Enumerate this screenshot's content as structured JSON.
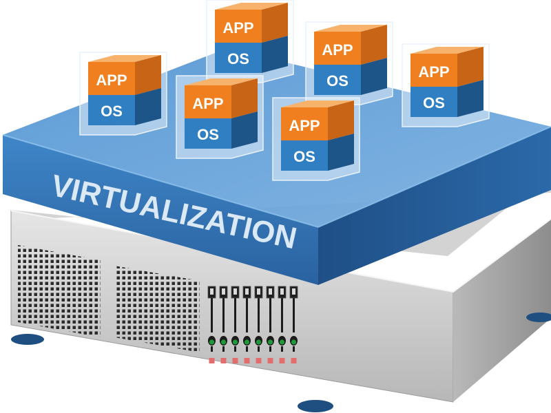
{
  "virtualization_layer": {
    "label": "VIRTUALIZATION"
  },
  "vm_boxes": [
    {
      "app_label": "APP",
      "os_label": "OS"
    },
    {
      "app_label": "APP",
      "os_label": "OS"
    },
    {
      "app_label": "APP",
      "os_label": "OS"
    },
    {
      "app_label": "APP",
      "os_label": "OS"
    },
    {
      "app_label": "APP",
      "os_label": "OS"
    },
    {
      "app_label": "APP",
      "os_label": "OS"
    }
  ],
  "colors": {
    "app_orange": "#f07f1f",
    "os_blue": "#2f7fc2",
    "layer_blue": "#2f73b5",
    "server_gray": "#c9c9c9",
    "led_green": "#1e9a3a",
    "led_red": "#e36d6d"
  },
  "server": {
    "drive_bay_count": 8
  }
}
